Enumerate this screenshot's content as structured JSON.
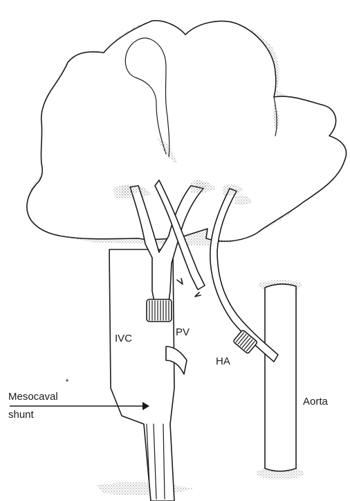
{
  "labels": {
    "ivc": "IVC",
    "pv": "PV",
    "ha": "HA",
    "aorta": "Aorta",
    "shunt_line1": "Mesocaval",
    "shunt_line2": "shunt"
  }
}
